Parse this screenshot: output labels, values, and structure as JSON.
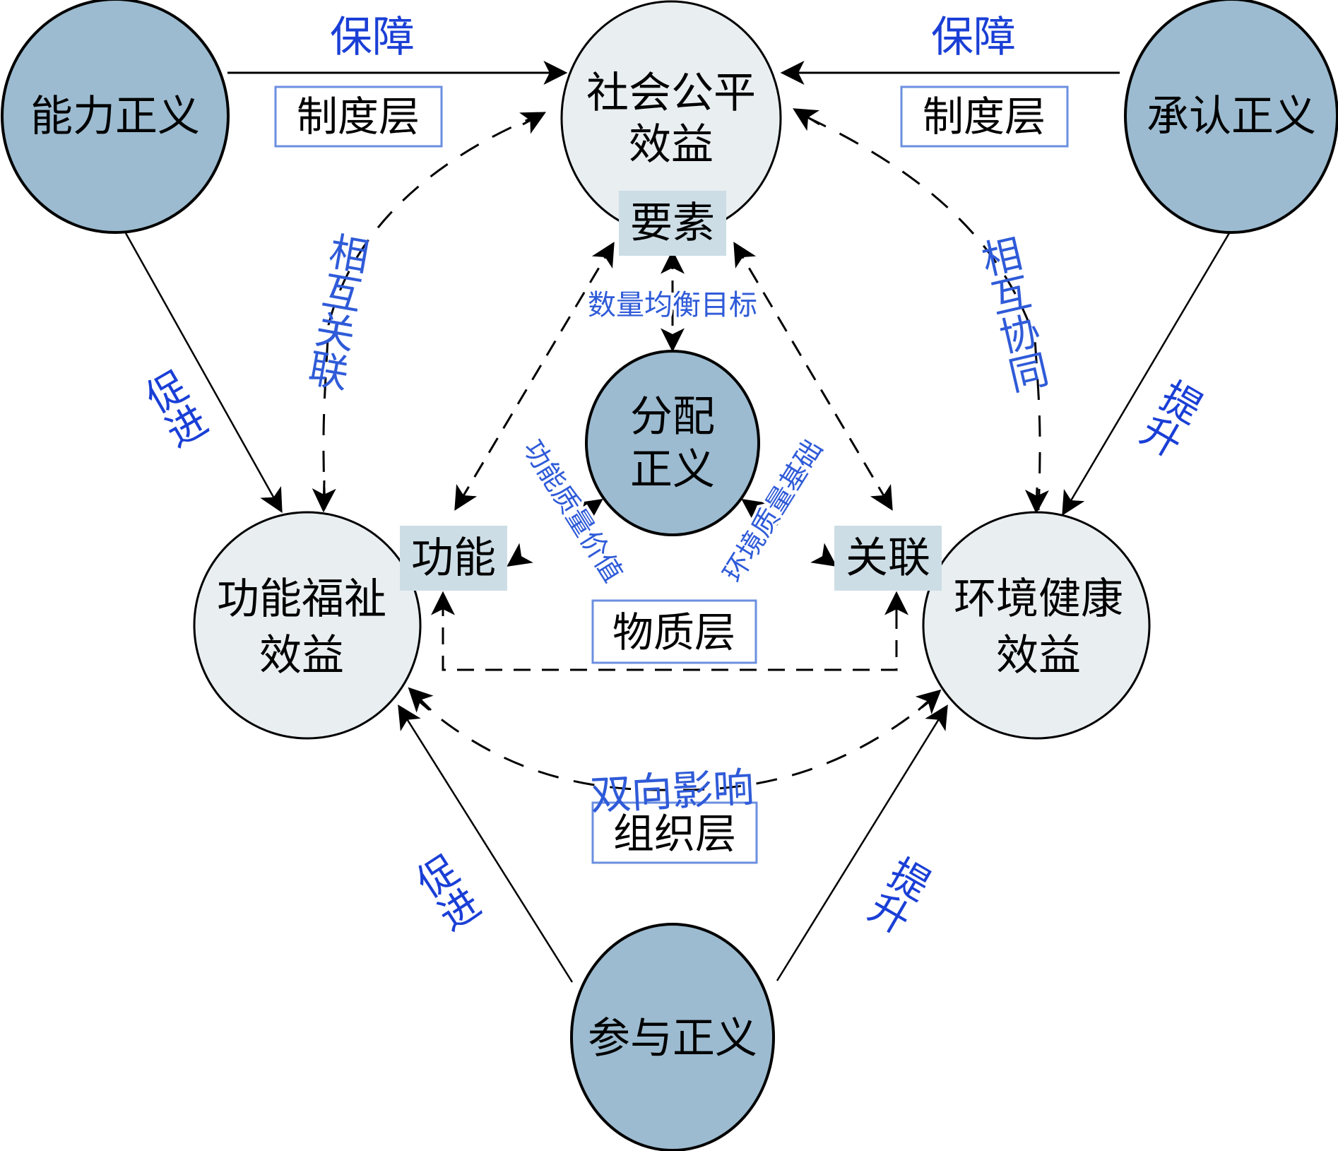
{
  "colors": {
    "justice_fill": "#9cbbd0",
    "benefit_fill": "#e9eef1",
    "element_fill": "#cddde6",
    "layer_border": "#6b8fe0",
    "blue_label": "#1a3fd6",
    "light_blue_label": "#2f5bd8",
    "stroke": "#000000"
  },
  "nodes": {
    "capability_justice": "能力正义",
    "recognition_justice": "承认正义",
    "distribution_justice": [
      "分配",
      "正义"
    ],
    "participation_justice": "参与正义",
    "social_equity_benefit": [
      "社会公平",
      "效益"
    ],
    "function_welfare_benefit": [
      "功能福祉",
      "效益"
    ],
    "environment_health_benefit": [
      "环境健康",
      "效益"
    ]
  },
  "elements": {
    "elements_box": "要素",
    "function_box": "功能",
    "association_box": "关联"
  },
  "layers": {
    "institution_left": "制度层",
    "institution_right": "制度层",
    "material": "物质层",
    "organization": "组织层"
  },
  "edge_labels": {
    "guarantee_left": "保障",
    "guarantee_right": "保障",
    "promote_left": "促进",
    "promote_bottom": "促进",
    "enhance_right": "提升",
    "enhance_bottom": "提升",
    "mutual_association": "相互关联",
    "mutual_synergy": "相互协同",
    "bidirectional_influence": "双向影响",
    "quantity_balance_goal": "数量均衡目标",
    "function_quality_value": "功能质量价值",
    "environment_quality_basis": "环境质量基础"
  }
}
